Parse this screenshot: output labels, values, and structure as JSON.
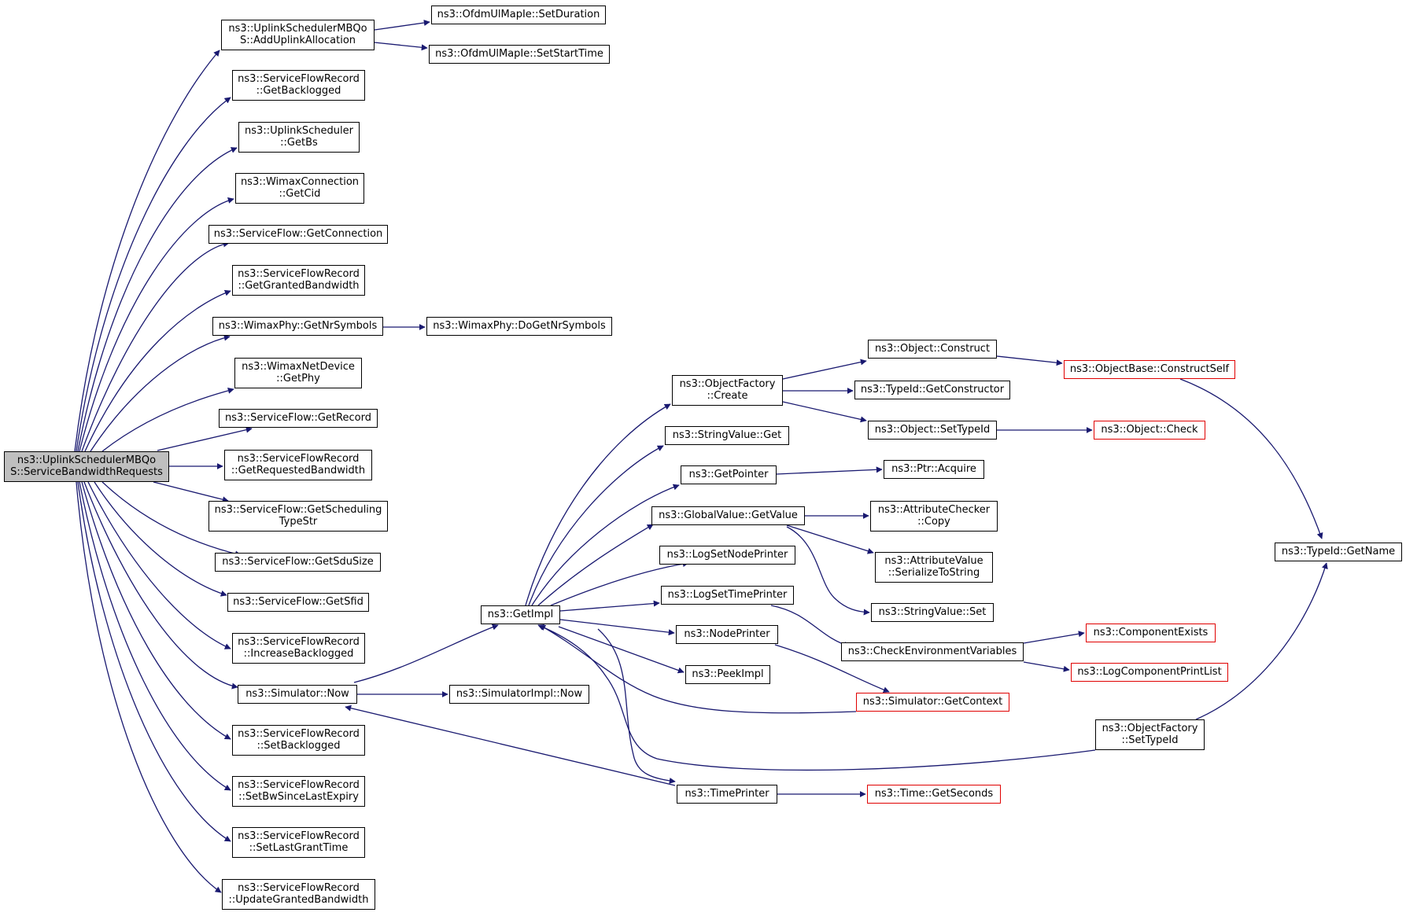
{
  "graph": {
    "edge_color": "#191970",
    "truncated_border_color": "#ff0000",
    "root_fill": "#bfbfbf",
    "nodes": {
      "root": {
        "label": "ns3::UplinkSchedulerMBQo\nS::ServiceBandwidthRequests"
      },
      "addUplink": {
        "label": "ns3::UplinkSchedulerMBQo\nS::AddUplinkAllocation"
      },
      "setDuration": {
        "label": "ns3::OfdmUlMapIe::SetDuration"
      },
      "setStartTime": {
        "label": "ns3::OfdmUlMapIe::SetStartTime"
      },
      "getBacklogged": {
        "label": "ns3::ServiceFlowRecord\n::GetBacklogged"
      },
      "getBs": {
        "label": "ns3::UplinkScheduler\n::GetBs"
      },
      "getCid": {
        "label": "ns3::WimaxConnection\n::GetCid"
      },
      "getConnection": {
        "label": "ns3::ServiceFlow::GetConnection"
      },
      "getGrantedBw": {
        "label": "ns3::ServiceFlowRecord\n::GetGrantedBandwidth"
      },
      "getNrSymbols": {
        "label": "ns3::WimaxPhy::GetNrSymbols"
      },
      "doGetNrSymbols": {
        "label": "ns3::WimaxPhy::DoGetNrSymbols"
      },
      "getPhy": {
        "label": "ns3::WimaxNetDevice\n::GetPhy"
      },
      "getRecord": {
        "label": "ns3::ServiceFlow::GetRecord"
      },
      "getRequestedBw": {
        "label": "ns3::ServiceFlowRecord\n::GetRequestedBandwidth"
      },
      "getSchedTypeStr": {
        "label": "ns3::ServiceFlow::GetScheduling\nTypeStr"
      },
      "getSduSize": {
        "label": "ns3::ServiceFlow::GetSduSize"
      },
      "getSfid": {
        "label": "ns3::ServiceFlow::GetSfid"
      },
      "increaseBacklogged": {
        "label": "ns3::ServiceFlowRecord\n::IncreaseBacklogged"
      },
      "simNow": {
        "label": "ns3::Simulator::Now"
      },
      "setBacklogged": {
        "label": "ns3::ServiceFlowRecord\n::SetBacklogged"
      },
      "setBwSince": {
        "label": "ns3::ServiceFlowRecord\n::SetBwSinceLastExpiry"
      },
      "setLastGrant": {
        "label": "ns3::ServiceFlowRecord\n::SetLastGrantTime"
      },
      "updateGrantedBw": {
        "label": "ns3::ServiceFlowRecord\n::UpdateGrantedBandwidth"
      },
      "getImpl": {
        "label": "ns3::GetImpl"
      },
      "simImplNow": {
        "label": "ns3::SimulatorImpl::Now"
      },
      "ofCreate": {
        "label": "ns3::ObjectFactory\n::Create"
      },
      "svGet": {
        "label": "ns3::StringValue::Get"
      },
      "getPointer": {
        "label": "ns3::GetPointer"
      },
      "gvGetValue": {
        "label": "ns3::GlobalValue::GetValue"
      },
      "logSetNode": {
        "label": "ns3::LogSetNodePrinter"
      },
      "logSetTime": {
        "label": "ns3::LogSetTimePrinter"
      },
      "nodePrinter": {
        "label": "ns3::NodePrinter"
      },
      "peekImpl": {
        "label": "ns3::PeekImpl"
      },
      "timePrinter": {
        "label": "ns3::TimePrinter"
      },
      "objConstruct": {
        "label": "ns3::Object::Construct"
      },
      "getConstructor": {
        "label": "ns3::TypeId::GetConstructor"
      },
      "objSetTypeId": {
        "label": "ns3::Object::SetTypeId"
      },
      "ptrAcquire": {
        "label": "ns3::Ptr::Acquire"
      },
      "attrCheckerCopy": {
        "label": "ns3::AttributeChecker\n::Copy"
      },
      "attrValueSer": {
        "label": "ns3::AttributeValue\n::SerializeToString"
      },
      "svSet": {
        "label": "ns3::StringValue::Set"
      },
      "checkEnv": {
        "label": "ns3::CheckEnvironmentVariables"
      },
      "simGetContext": {
        "label": "ns3::Simulator::GetContext"
      },
      "ofSetTypeId": {
        "label": "ns3::ObjectFactory\n::SetTypeId"
      },
      "timeGetSeconds": {
        "label": "ns3::Time::GetSeconds"
      },
      "objBaseConstructSelf": {
        "label": "ns3::ObjectBase::ConstructSelf"
      },
      "objCheck": {
        "label": "ns3::Object::Check"
      },
      "componentExists": {
        "label": "ns3::ComponentExists"
      },
      "logComponentPrintList": {
        "label": "ns3::LogComponentPrintList"
      },
      "typeIdGetName": {
        "label": "ns3::TypeId::GetName"
      }
    }
  }
}
